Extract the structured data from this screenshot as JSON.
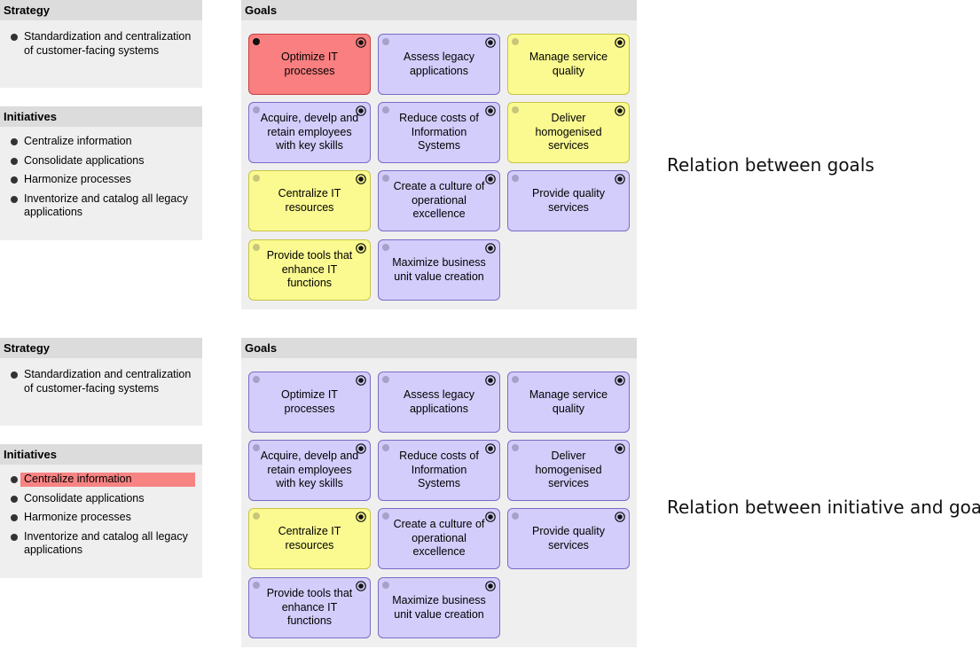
{
  "colors": {
    "goal_default": "#d3cdfb",
    "goal_related": "#fbfa91",
    "goal_selected": "#f97f80",
    "initiative_selected": "#f78383"
  },
  "views": [
    {
      "strategy_title": "Strategy",
      "strategy_items": [
        "Standardization and centralization of customer-facing systems"
      ],
      "initiatives_title": "Initiatives",
      "initiatives": [
        "Centralize information",
        "Consolidate applications",
        "Harmonize processes",
        "Inventorize and catalog all legacy applications"
      ],
      "highlighted_initiative_index": null,
      "goals_title": "Goals",
      "goals": [
        {
          "label": "Optimize IT processes",
          "state": "selected"
        },
        {
          "label": "Assess legacy applications",
          "state": "default"
        },
        {
          "label": "Manage service quality",
          "state": "related"
        },
        {
          "label": "Acquire, develp and retain employees with key skills",
          "state": "default"
        },
        {
          "label": "Reduce costs of Information Systems",
          "state": "default"
        },
        {
          "label": "Deliver homogenised services",
          "state": "related"
        },
        {
          "label": "Centralize IT resources",
          "state": "related"
        },
        {
          "label": "Create a culture of operational excellence",
          "state": "default"
        },
        {
          "label": "Provide quality services",
          "state": "default"
        },
        {
          "label": "Provide tools that enhance IT functions",
          "state": "related"
        },
        {
          "label": "Maximize business unit value creation",
          "state": "default"
        }
      ],
      "caption": "Relation between goals"
    },
    {
      "strategy_title": "Strategy",
      "strategy_items": [
        "Standardization and centralization of customer-facing systems"
      ],
      "initiatives_title": "Initiatives",
      "initiatives": [
        "Centralize information",
        "Consolidate applications",
        "Harmonize processes",
        "Inventorize and catalog all legacy applications"
      ],
      "highlighted_initiative_index": 0,
      "goals_title": "Goals",
      "goals": [
        {
          "label": "Optimize IT processes",
          "state": "default"
        },
        {
          "label": "Assess legacy applications",
          "state": "default"
        },
        {
          "label": "Manage service quality",
          "state": "default"
        },
        {
          "label": "Acquire, develp and retain employees with key skills",
          "state": "default"
        },
        {
          "label": "Reduce costs of Information Systems",
          "state": "default"
        },
        {
          "label": "Deliver homogenised services",
          "state": "default"
        },
        {
          "label": "Centralize IT resources",
          "state": "related"
        },
        {
          "label": "Create a culture of operational excellence",
          "state": "default"
        },
        {
          "label": "Provide quality services",
          "state": "default"
        },
        {
          "label": "Provide tools that enhance IT functions",
          "state": "default"
        },
        {
          "label": "Maximize business unit value creation",
          "state": "default"
        }
      ],
      "caption": "Relation between initiative and goal"
    }
  ]
}
